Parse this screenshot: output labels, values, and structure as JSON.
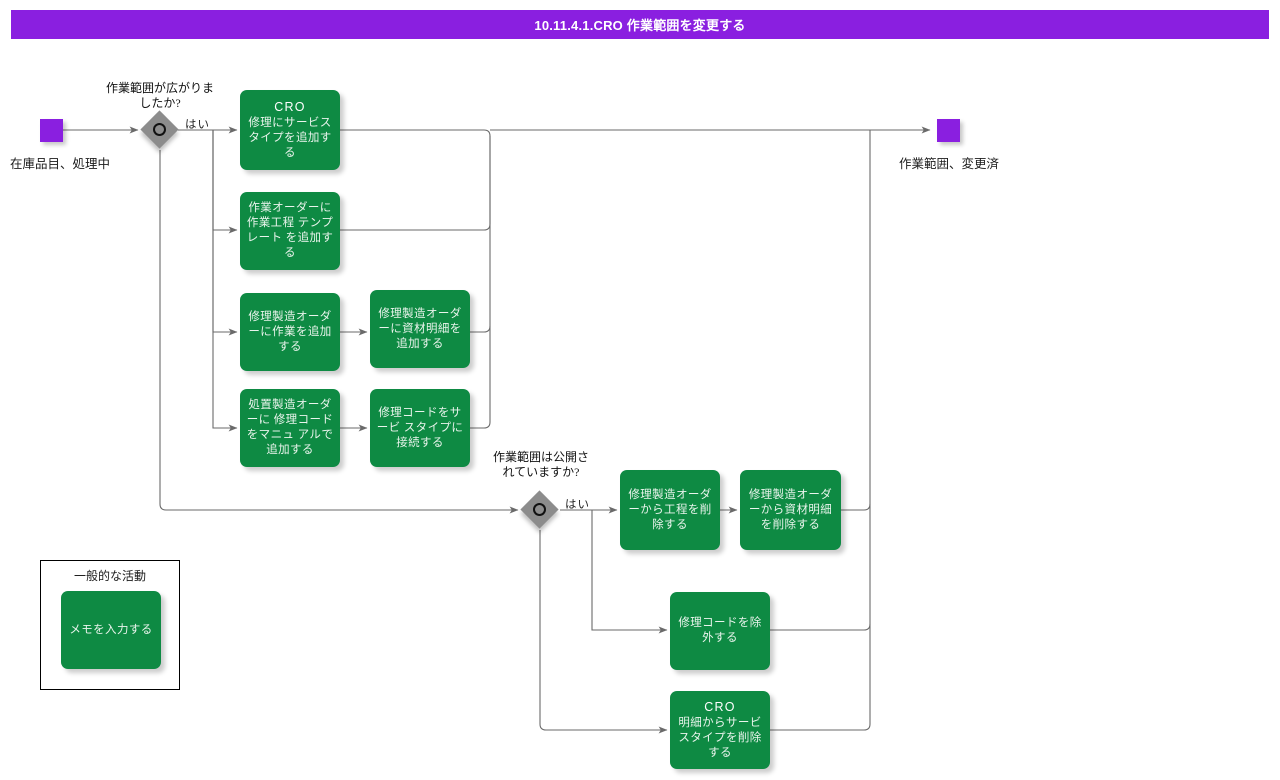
{
  "title": {
    "text": "10.11.4.1.CRO 作業範囲を変更する",
    "bar_color": "#8A1FE0",
    "text_color": "#FFFFFF"
  },
  "palette": {
    "task_fill": "#0E8A43",
    "task_text": "#E9F4EC",
    "terminator_fill": "#8A1FE0",
    "decision_fill": "#8C8C8C",
    "connector": "#555555",
    "canvas": "#FFFFFF"
  },
  "start": {
    "name": "start-terminator",
    "label": "在庫品目、処理中"
  },
  "end": {
    "name": "end-terminator",
    "label": "作業範囲、変更済"
  },
  "decisions": [
    {
      "id": "d1",
      "question": "作業範囲が広がりましたか?",
      "yes_label": "はい"
    },
    {
      "id": "d2",
      "question": "作業範囲は公開されていますか?",
      "yes_label": "はい"
    }
  ],
  "tasks": [
    {
      "id": "t1",
      "head": "CRO",
      "body": "修理にサービス タイプを追加する"
    },
    {
      "id": "t2",
      "head": "",
      "body": "作業オーダーに作業工程 テンプレート を追加する"
    },
    {
      "id": "t3",
      "head": "",
      "body": "修理製造オーダーに作業を追加する"
    },
    {
      "id": "t4",
      "head": "",
      "body": "修理製造オーダーに資材明細を追加する"
    },
    {
      "id": "t5",
      "head": "",
      "body": "処置製造オーダーに 修理コードをマニュ アルで追加する"
    },
    {
      "id": "t6",
      "head": "",
      "body": "修理コードをサービ スタイプに接続する"
    },
    {
      "id": "t7",
      "head": "",
      "body": "修理製造オーダーから工程を削除する"
    },
    {
      "id": "t8",
      "head": "",
      "body": "修理製造オーダーから資材明細を削除する"
    },
    {
      "id": "t9",
      "head": "",
      "body": "修理コードを除外する"
    },
    {
      "id": "t10",
      "head": "CRO",
      "body": "明細からサービスタイプを削除する"
    }
  ],
  "legend": {
    "group_title": "一般的な活動",
    "task": {
      "head": "",
      "body": "メモを入力する"
    }
  }
}
